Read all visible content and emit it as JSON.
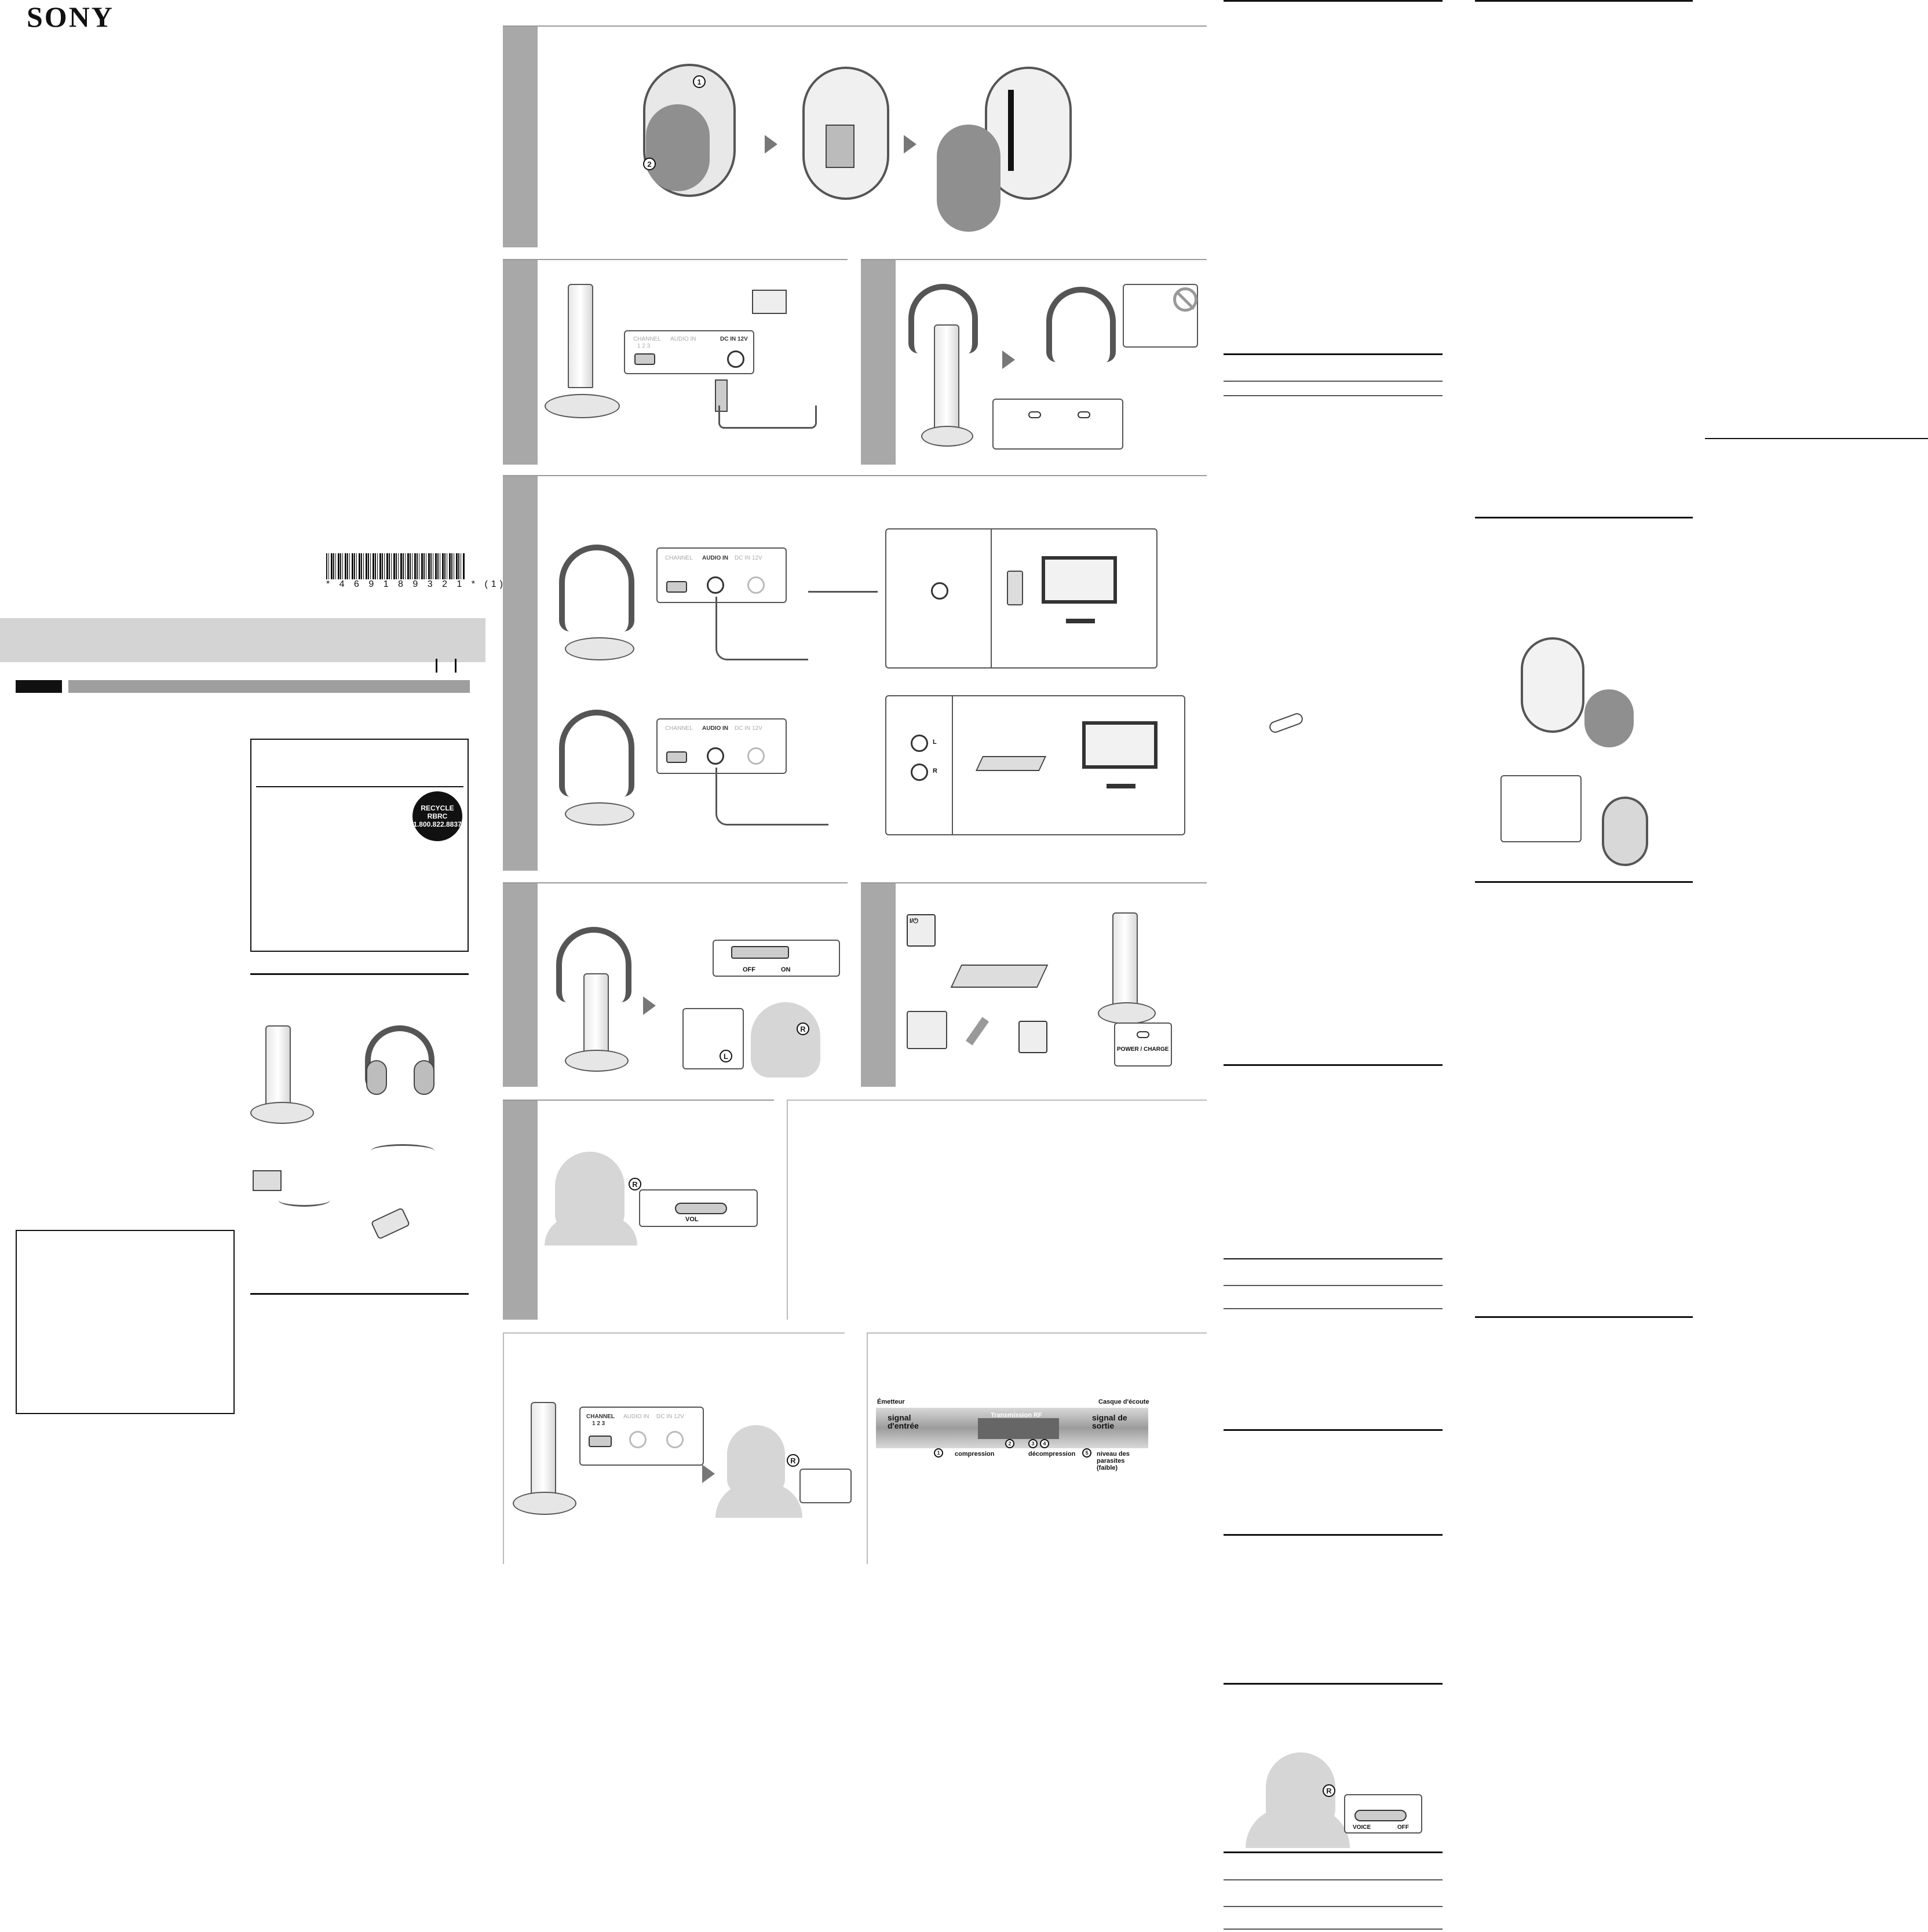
{
  "brand": {
    "logo": "SONY"
  },
  "barcode": {
    "number": "* 4 6 9 1 8 9 3 2 1 * (1)"
  },
  "recycle": {
    "logo_lines": [
      "RECYCLE",
      "RBRC",
      "1.800.822.8837"
    ]
  },
  "figures": {
    "setup_panel": {
      "connector_labels": {
        "channel": "CHANNEL",
        "channel_nums": "1 2 3",
        "audio_in": "AUDIO IN",
        "dc_in": "DC IN 12V"
      }
    },
    "charge_panel": {
      "power_label": "POWER / CHARGE"
    },
    "audio_panel": {
      "left": "L",
      "right": "R"
    },
    "power_switch": {
      "off": "OFF",
      "on": "ON",
      "left": "L",
      "right": "R"
    },
    "playback_panel": {
      "power_symbol": "I/⏻",
      "power_charge": "POWER / CHARGE"
    },
    "volume_panel": {
      "vol": "VOL",
      "marker": "R"
    },
    "channel_panel": {
      "channel": "CHANNEL",
      "channel_nums": "1 2 3",
      "audio_in": "AUDIO IN",
      "dc_in": "DC IN 12V",
      "marker": "R"
    },
    "rf_diagram": {
      "emitter": "Émetteur",
      "receiver": "Casque d'écoute",
      "input": "signal d'entrée",
      "rf": "Transmission RF",
      "output": "signal de sortie",
      "compression": "compression",
      "decompression": "décompression",
      "noise": "niveau des parasites (faible)",
      "steps": [
        "1",
        "2",
        "3",
        "4",
        "5"
      ]
    },
    "voice_panel": {
      "voice": "VOICE",
      "off": "OFF",
      "marker": "R"
    }
  }
}
